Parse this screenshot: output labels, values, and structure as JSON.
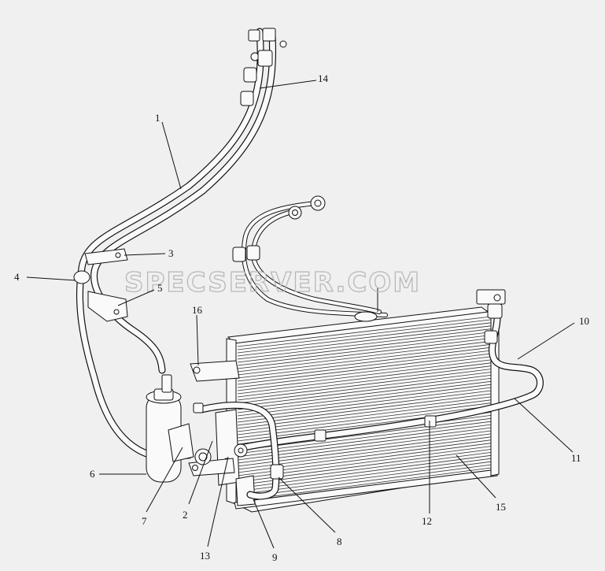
{
  "watermark": "SPECSERVER.COM",
  "callouts": [
    "1",
    "2",
    "3",
    "4",
    "5",
    "6",
    "7",
    "8",
    "9",
    "10",
    "11",
    "12",
    "13",
    "14",
    "15",
    "16"
  ]
}
